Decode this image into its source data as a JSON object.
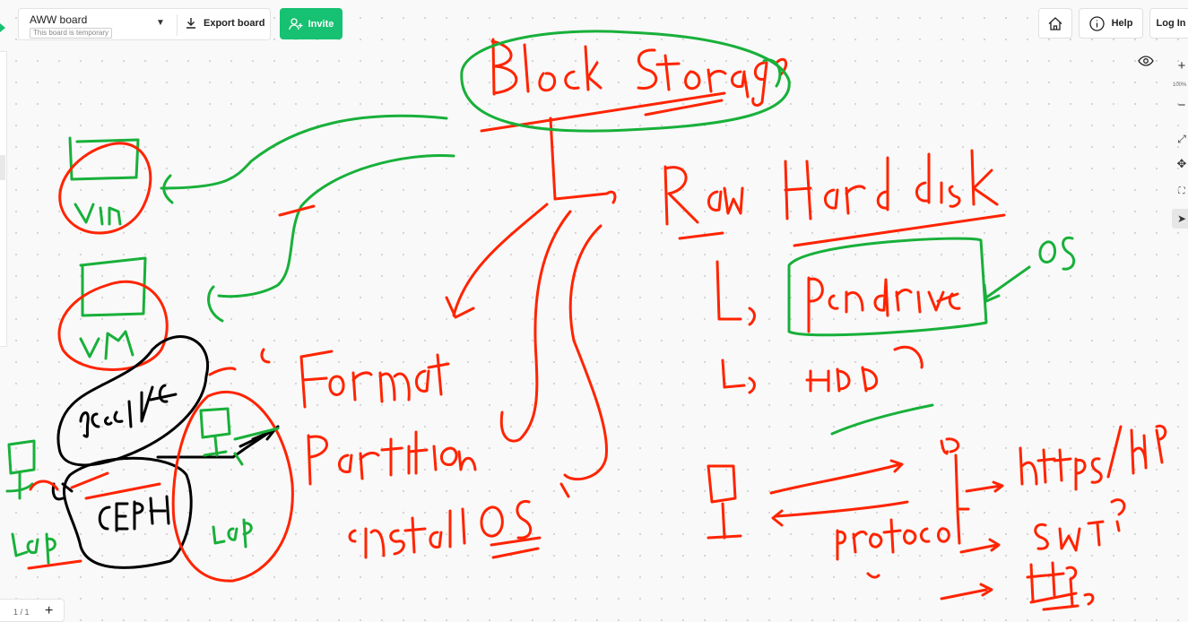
{
  "header": {
    "board_name": "AWW board",
    "board_status": "This board is temporary",
    "export_label": "Export board",
    "invite_label": "Invite",
    "help_label": "Help",
    "login_label": "Log In"
  },
  "toolbar": {
    "zoom_level": "100%",
    "page_indicator": "1 / 1"
  },
  "icons": [
    "chevron-down-icon",
    "download-icon",
    "add-user-icon",
    "home-icon",
    "info-icon",
    "eye-icon",
    "zoom-in-icon",
    "zoom-out-icon",
    "fullscreen-icon",
    "move-icon",
    "fit-icon",
    "pointer-icon",
    "add-page-icon"
  ],
  "colors": {
    "accent": "#16c172",
    "ink_red": "#ff2400",
    "ink_green": "#18b03a",
    "ink_black": "#000000"
  },
  "drawing": {
    "title": "Block Storage",
    "left_labels": [
      "vm",
      "vm",
      "Iscsi / FC",
      "CEPH",
      "lap",
      "lap"
    ],
    "center_labels": [
      "Format",
      "Partition",
      "install OS"
    ],
    "right_labels": [
      "Raw Hard disk",
      "Pendrive",
      "HDD",
      "OS",
      "https / http",
      "SMTP",
      "ftp",
      "protocol"
    ]
  }
}
